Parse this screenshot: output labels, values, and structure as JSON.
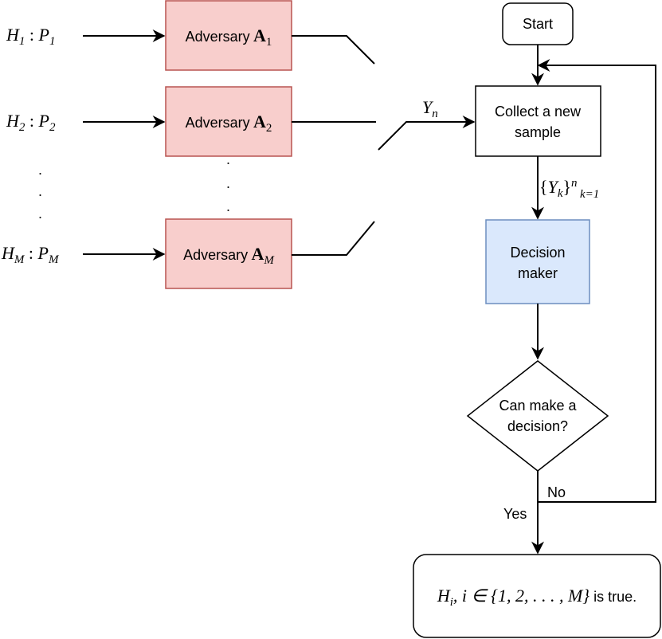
{
  "hypotheses": [
    {
      "h": "H",
      "h_sub": "1",
      "sep": ":",
      "p": "P",
      "p_sub": "1"
    },
    {
      "h": "H",
      "h_sub": "2",
      "sep": ":",
      "p": "P",
      "p_sub": "2"
    },
    {
      "h": "H",
      "h_sub": "M",
      "sep": ":",
      "p": "P",
      "p_sub": "M"
    }
  ],
  "adversaries": [
    {
      "label": "Adversary",
      "sym": "A",
      "sub": "1"
    },
    {
      "label": "Adversary",
      "sym": "A",
      "sub": "2"
    },
    {
      "label": "Adversary",
      "sym": "A",
      "sub": "M"
    }
  ],
  "ellipsis": ".",
  "switch_output": {
    "sym": "Y",
    "sub": "n"
  },
  "start": {
    "label": "Start"
  },
  "collect": {
    "line1": "Collect a new",
    "line2": "sample"
  },
  "set_label": {
    "open": "{",
    "sym": "Y",
    "sub": "k",
    "close": "}",
    "sup": "n",
    "lower": "k=1"
  },
  "decision_maker": {
    "line1": "Decision",
    "line2": "maker"
  },
  "question": {
    "line1": "Can make a",
    "line2": "decision?"
  },
  "no_label": "No",
  "yes_label": "Yes",
  "result": {
    "math": "H",
    "math_sub": "i",
    "math_rest": ", i ∈ {1, 2, . . . , M}",
    "tail": " is true."
  },
  "colors": {
    "adversary_fill": "#f8cecc",
    "adversary_stroke": "#b85450",
    "decision_fill": "#dae8fc",
    "decision_stroke": "#6c8ebf"
  }
}
